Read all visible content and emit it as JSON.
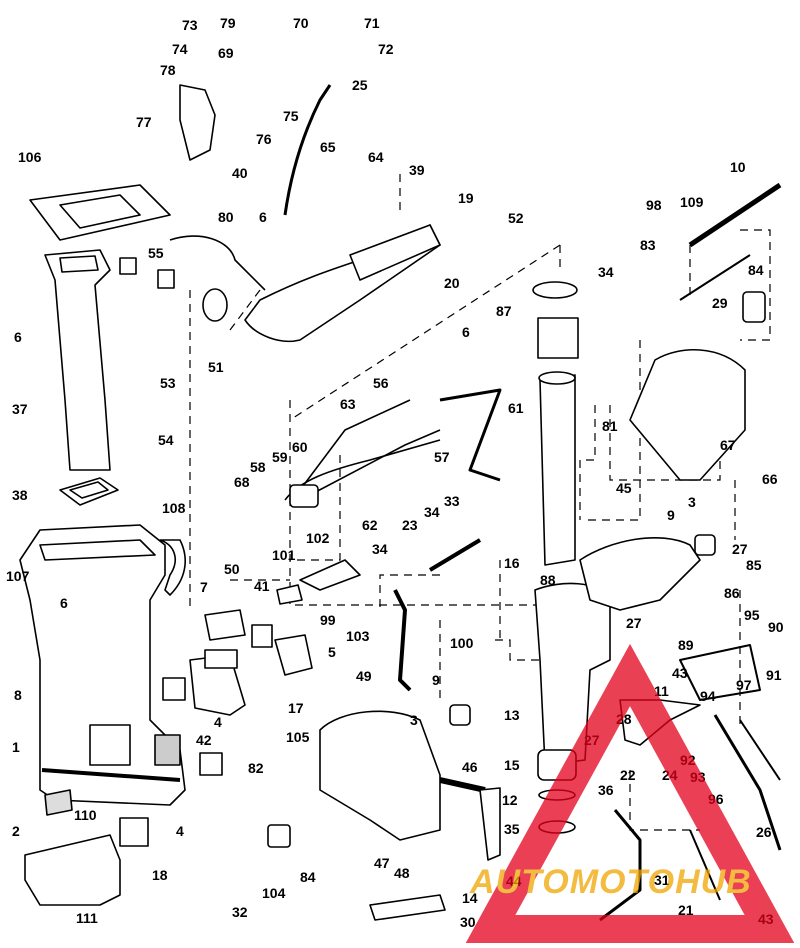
{
  "diagram": {
    "type": "exploded-parts-diagram",
    "callouts": [
      "1",
      "2",
      "3",
      "3",
      "4",
      "4",
      "5",
      "6",
      "6",
      "6",
      "6",
      "7",
      "8",
      "9",
      "9",
      "10",
      "11",
      "12",
      "13",
      "14",
      "15",
      "16",
      "17",
      "18",
      "19",
      "20",
      "21",
      "22",
      "23",
      "24",
      "25",
      "26",
      "27",
      "27",
      "27",
      "28",
      "29",
      "30",
      "31",
      "32",
      "33",
      "34",
      "34",
      "34",
      "34",
      "35",
      "36",
      "37",
      "38",
      "39",
      "40",
      "41",
      "42",
      "43",
      "43",
      "44",
      "45",
      "46",
      "47",
      "48",
      "49",
      "50",
      "51",
      "52",
      "53",
      "54",
      "55",
      "56",
      "57",
      "58",
      "59",
      "60",
      "61",
      "62",
      "63",
      "64",
      "65",
      "66",
      "67",
      "68",
      "69",
      "70",
      "71",
      "72",
      "73",
      "74",
      "75",
      "76",
      "77",
      "78",
      "79",
      "80",
      "81",
      "82",
      "83",
      "84",
      "84",
      "85",
      "86",
      "87",
      "88",
      "89",
      "90",
      "91",
      "92",
      "93",
      "94",
      "95",
      "96",
      "97",
      "98",
      "99",
      "100",
      "101",
      "102",
      "103",
      "104",
      "105",
      "106",
      "107",
      "108",
      "109",
      "110",
      "111"
    ]
  },
  "watermark": {
    "text": "AUTOMOTOHUB",
    "colors": {
      "triangle": "#e3001b",
      "text": "#f0a500"
    }
  }
}
